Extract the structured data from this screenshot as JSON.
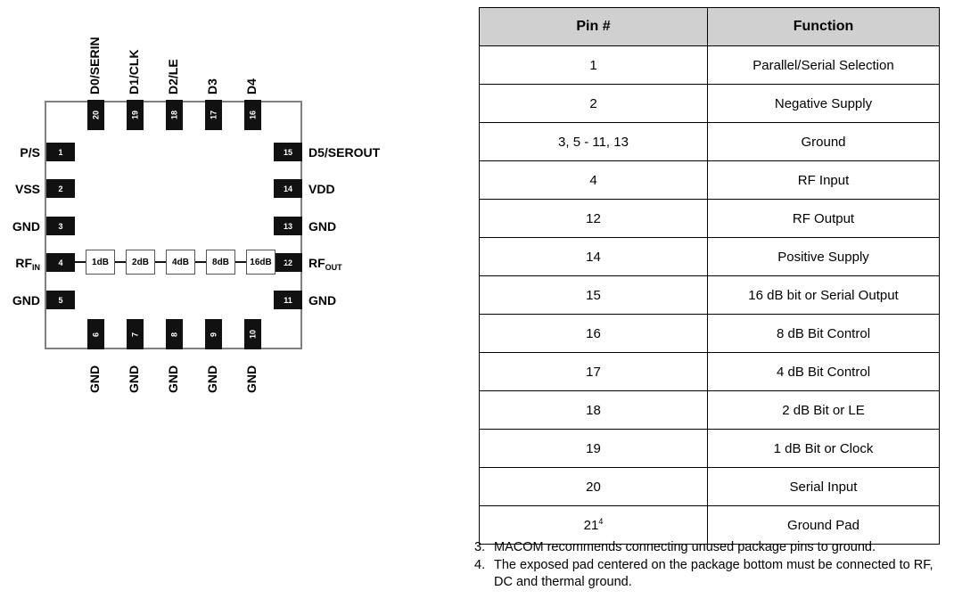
{
  "diagram": {
    "name": "pin-configuration-diagram",
    "attenuator_chain": [
      "1dB",
      "2dB",
      "4dB",
      "8dB",
      "16dB"
    ],
    "top_pins": [
      {
        "num": "20",
        "label": "D0/SERIN"
      },
      {
        "num": "19",
        "label": "D1/CLK"
      },
      {
        "num": "18",
        "label": "D2/LE"
      },
      {
        "num": "17",
        "label": "D3"
      },
      {
        "num": "16",
        "label": "D4"
      }
    ],
    "left_pins": [
      {
        "num": "1",
        "label": "P/S"
      },
      {
        "num": "2",
        "label": "VSS"
      },
      {
        "num": "3",
        "label": "GND"
      },
      {
        "num": "4",
        "label": "RF",
        "sub": "IN"
      },
      {
        "num": "5",
        "label": "GND"
      }
    ],
    "right_pins": [
      {
        "num": "15",
        "label": "D5/SEROUT"
      },
      {
        "num": "14",
        "label": "VDD"
      },
      {
        "num": "13",
        "label": "GND"
      },
      {
        "num": "12",
        "label": "RF",
        "sub": "OUT"
      },
      {
        "num": "11",
        "label": "GND"
      }
    ],
    "bottom_pins": [
      {
        "num": "6",
        "label": "GND"
      },
      {
        "num": "7",
        "label": "GND"
      },
      {
        "num": "8",
        "label": "GND"
      },
      {
        "num": "9",
        "label": "GND"
      },
      {
        "num": "10",
        "label": "GND"
      }
    ]
  },
  "table": {
    "headers": [
      "Pin #",
      "Function"
    ],
    "rows": [
      {
        "pin": "1",
        "function": "Parallel/Serial Selection"
      },
      {
        "pin": "2",
        "function": "Negative Supply"
      },
      {
        "pin": "3, 5 - 11, 13",
        "function": "Ground"
      },
      {
        "pin": "4",
        "function": "RF Input"
      },
      {
        "pin": "12",
        "function": "RF Output"
      },
      {
        "pin": "14",
        "function": "Positive Supply"
      },
      {
        "pin": "15",
        "function": "16 dB bit or Serial Output"
      },
      {
        "pin": "16",
        "function": "8 dB Bit Control"
      },
      {
        "pin": "17",
        "function": "4 dB Bit Control"
      },
      {
        "pin": "18",
        "function": "2 dB Bit or LE"
      },
      {
        "pin": "19",
        "function": "1 dB Bit or Clock"
      },
      {
        "pin": "20",
        "function": "Serial Input"
      },
      {
        "pin": "21",
        "pin_sup": "4",
        "function": "Ground Pad"
      }
    ]
  },
  "footnotes": [
    {
      "num": "3.",
      "text": "MACOM recommends connecting unused package pins to ground."
    },
    {
      "num": "4.",
      "text": "The exposed pad centered on the package bottom must be connected to RF, DC and thermal ground."
    }
  ],
  "colors": {
    "pad_fill": "#111111",
    "header_gray": "#d0d0d0",
    "chip_outline": "#808080"
  }
}
